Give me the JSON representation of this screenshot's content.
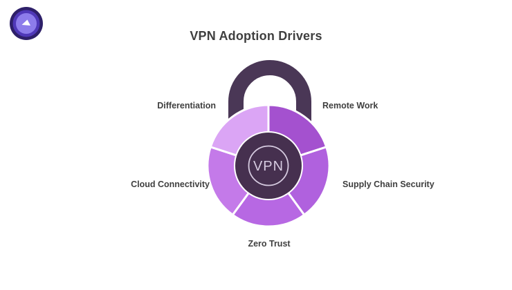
{
  "title": "VPN Adoption Drivers",
  "logo": {
    "name": "vpn-brand-logo",
    "ring_outer_color": "#2e2069",
    "ring_mid_color": "#4f38b8",
    "ring_inner_color": "#8d7ceb",
    "pick_color": "#ffffff"
  },
  "diagram": {
    "center_label": "VPN",
    "shackle_color": "#4a3756",
    "hub_color": "#46304f",
    "hub_rim_color": "#d9cee2",
    "ring_color": "#d6cbe0",
    "gap_color": "#ffffff",
    "segments": [
      {
        "label": "Remote Work",
        "color": "#a451cf"
      },
      {
        "label": "Supply Chain Security",
        "color": "#b061de"
      },
      {
        "label": "Zero Trust",
        "color": "#b768e3"
      },
      {
        "label": "Cloud Connectivity",
        "color": "#c47ae9"
      },
      {
        "label": "Differentiation",
        "color": "#dba5f5"
      }
    ]
  }
}
